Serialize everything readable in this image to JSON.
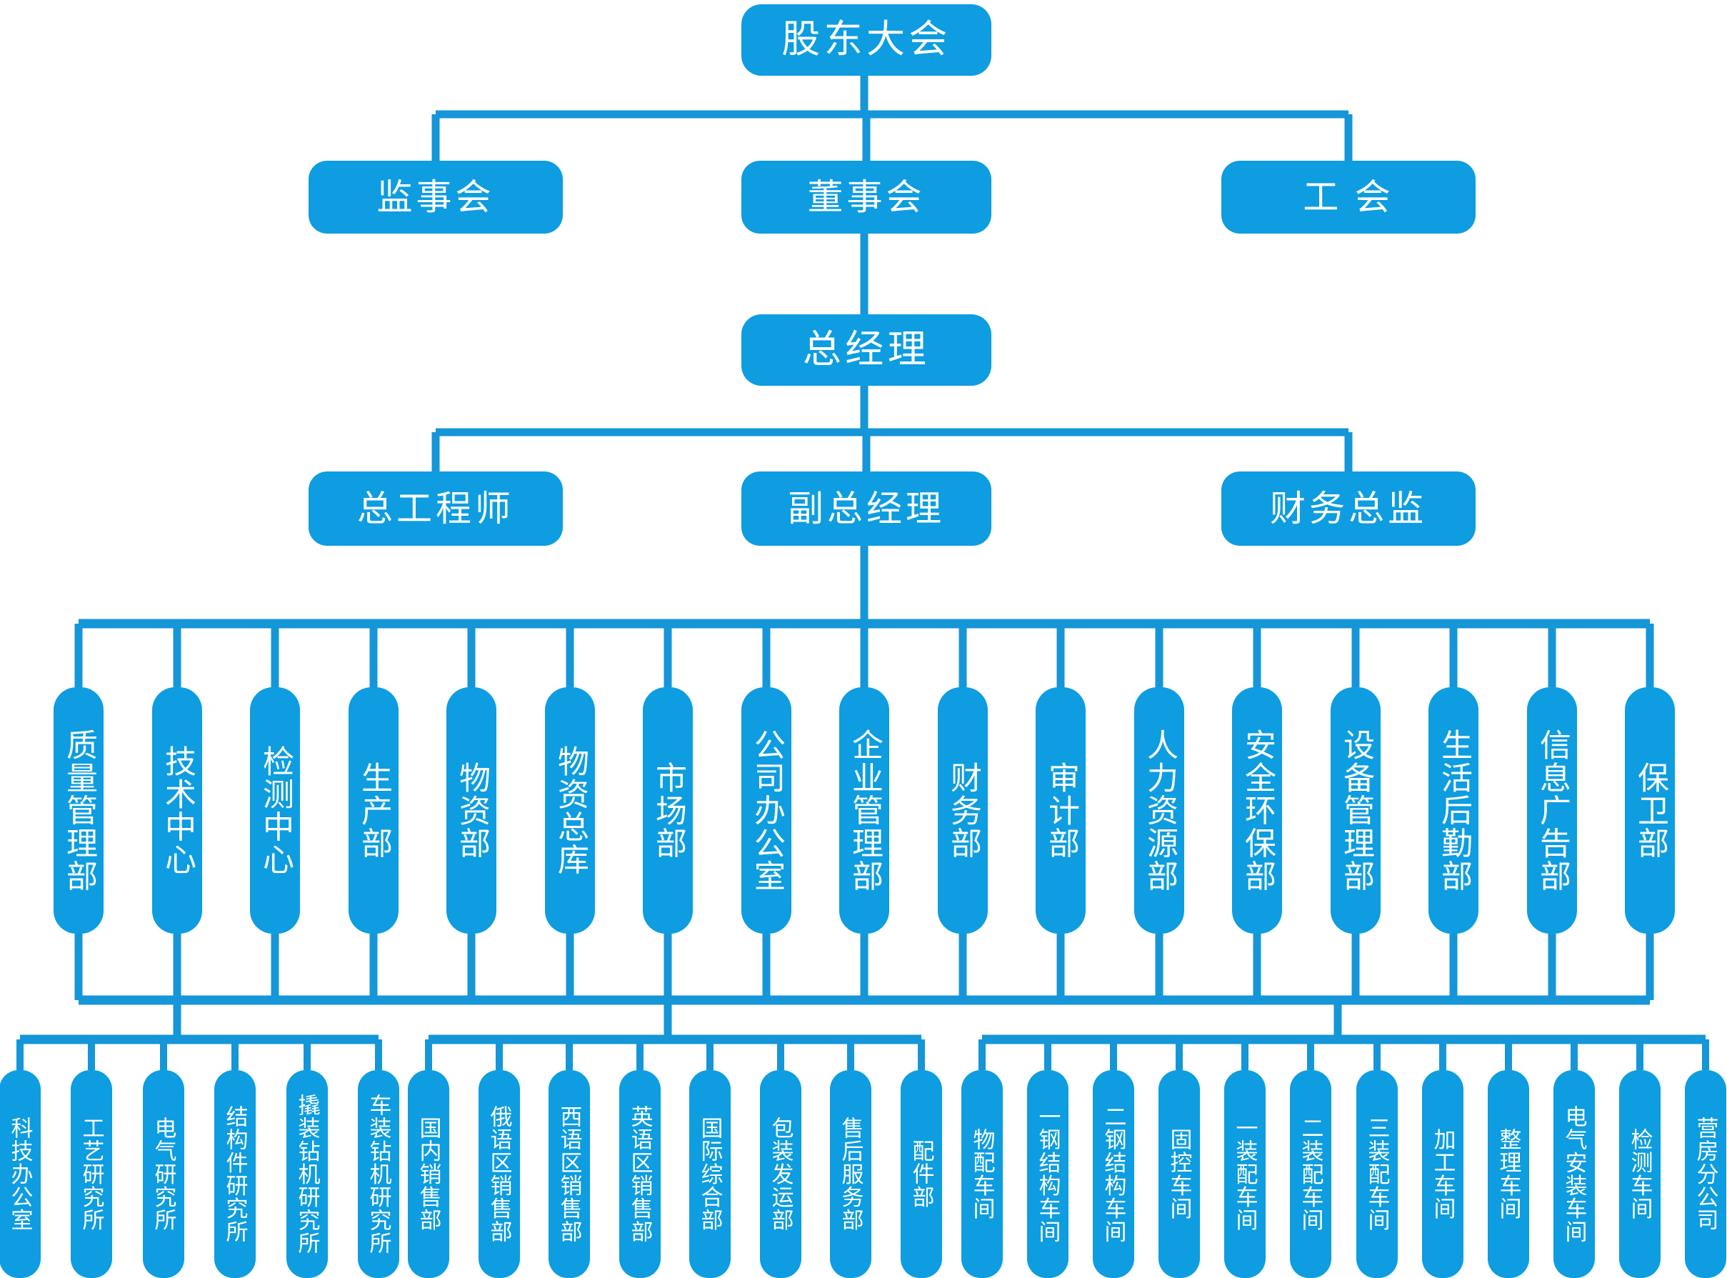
{
  "meta": {
    "title": "公司组织机构图",
    "accent_color": "#0D9DE0",
    "line_color": "#1496D8",
    "text_color": "#FFFFFF",
    "background": "#FFFFFF"
  },
  "levels": {
    "level1": {
      "label": "股东大会"
    },
    "level2": [
      {
        "label": "监事会"
      },
      {
        "label": "董事会"
      },
      {
        "label": "工 会"
      }
    ],
    "level3": {
      "label": "总经理"
    },
    "level4": [
      {
        "label": "总工程师"
      },
      {
        "label": "副总经理"
      },
      {
        "label": "财务总监"
      }
    ]
  },
  "departments": [
    {
      "label": "质量管理部"
    },
    {
      "label": "技术中心"
    },
    {
      "label": "检测中心"
    },
    {
      "label": "生产部"
    },
    {
      "label": "物资部"
    },
    {
      "label": "物资总库"
    },
    {
      "label": "市场部"
    },
    {
      "label": "公司办公室"
    },
    {
      "label": "企业管理部"
    },
    {
      "label": "财务部"
    },
    {
      "label": "审计部"
    },
    {
      "label": "人力资源部"
    },
    {
      "label": "安全环保部"
    },
    {
      "label": "设备管理部"
    },
    {
      "label": "生活后勤部"
    },
    {
      "label": "信息广告部"
    },
    {
      "label": "保卫部"
    }
  ],
  "subgroups": [
    {
      "group": "technology-institutes",
      "items": [
        {
          "label": "科技办公室"
        },
        {
          "label": "工艺研究所"
        },
        {
          "label": "电气研究所"
        },
        {
          "label": "结构件研究所"
        },
        {
          "label": "撬装钻机研究所"
        },
        {
          "label": "车装钻机研究所"
        }
      ]
    },
    {
      "group": "sales-departments",
      "items": [
        {
          "label": "国内销售部"
        },
        {
          "label": "俄语区销售部"
        },
        {
          "label": "西语区销售部"
        },
        {
          "label": "英语区销售部"
        },
        {
          "label": "国际综合部"
        },
        {
          "label": "包装发运部"
        },
        {
          "label": "售后服务部"
        },
        {
          "label": "配件部"
        }
      ]
    },
    {
      "group": "production-workshops",
      "items": [
        {
          "label": "物配车间"
        },
        {
          "label": "一钢结构车间"
        },
        {
          "label": "二钢结构车间"
        },
        {
          "label": "固控车间"
        },
        {
          "label": "一装配车间"
        },
        {
          "label": "二装配车间"
        },
        {
          "label": "三装配车间"
        },
        {
          "label": "加工车间"
        },
        {
          "label": "整理车间"
        },
        {
          "label": "电气安装车间"
        },
        {
          "label": "检测车间"
        },
        {
          "label": "营房分公司"
        }
      ]
    }
  ]
}
